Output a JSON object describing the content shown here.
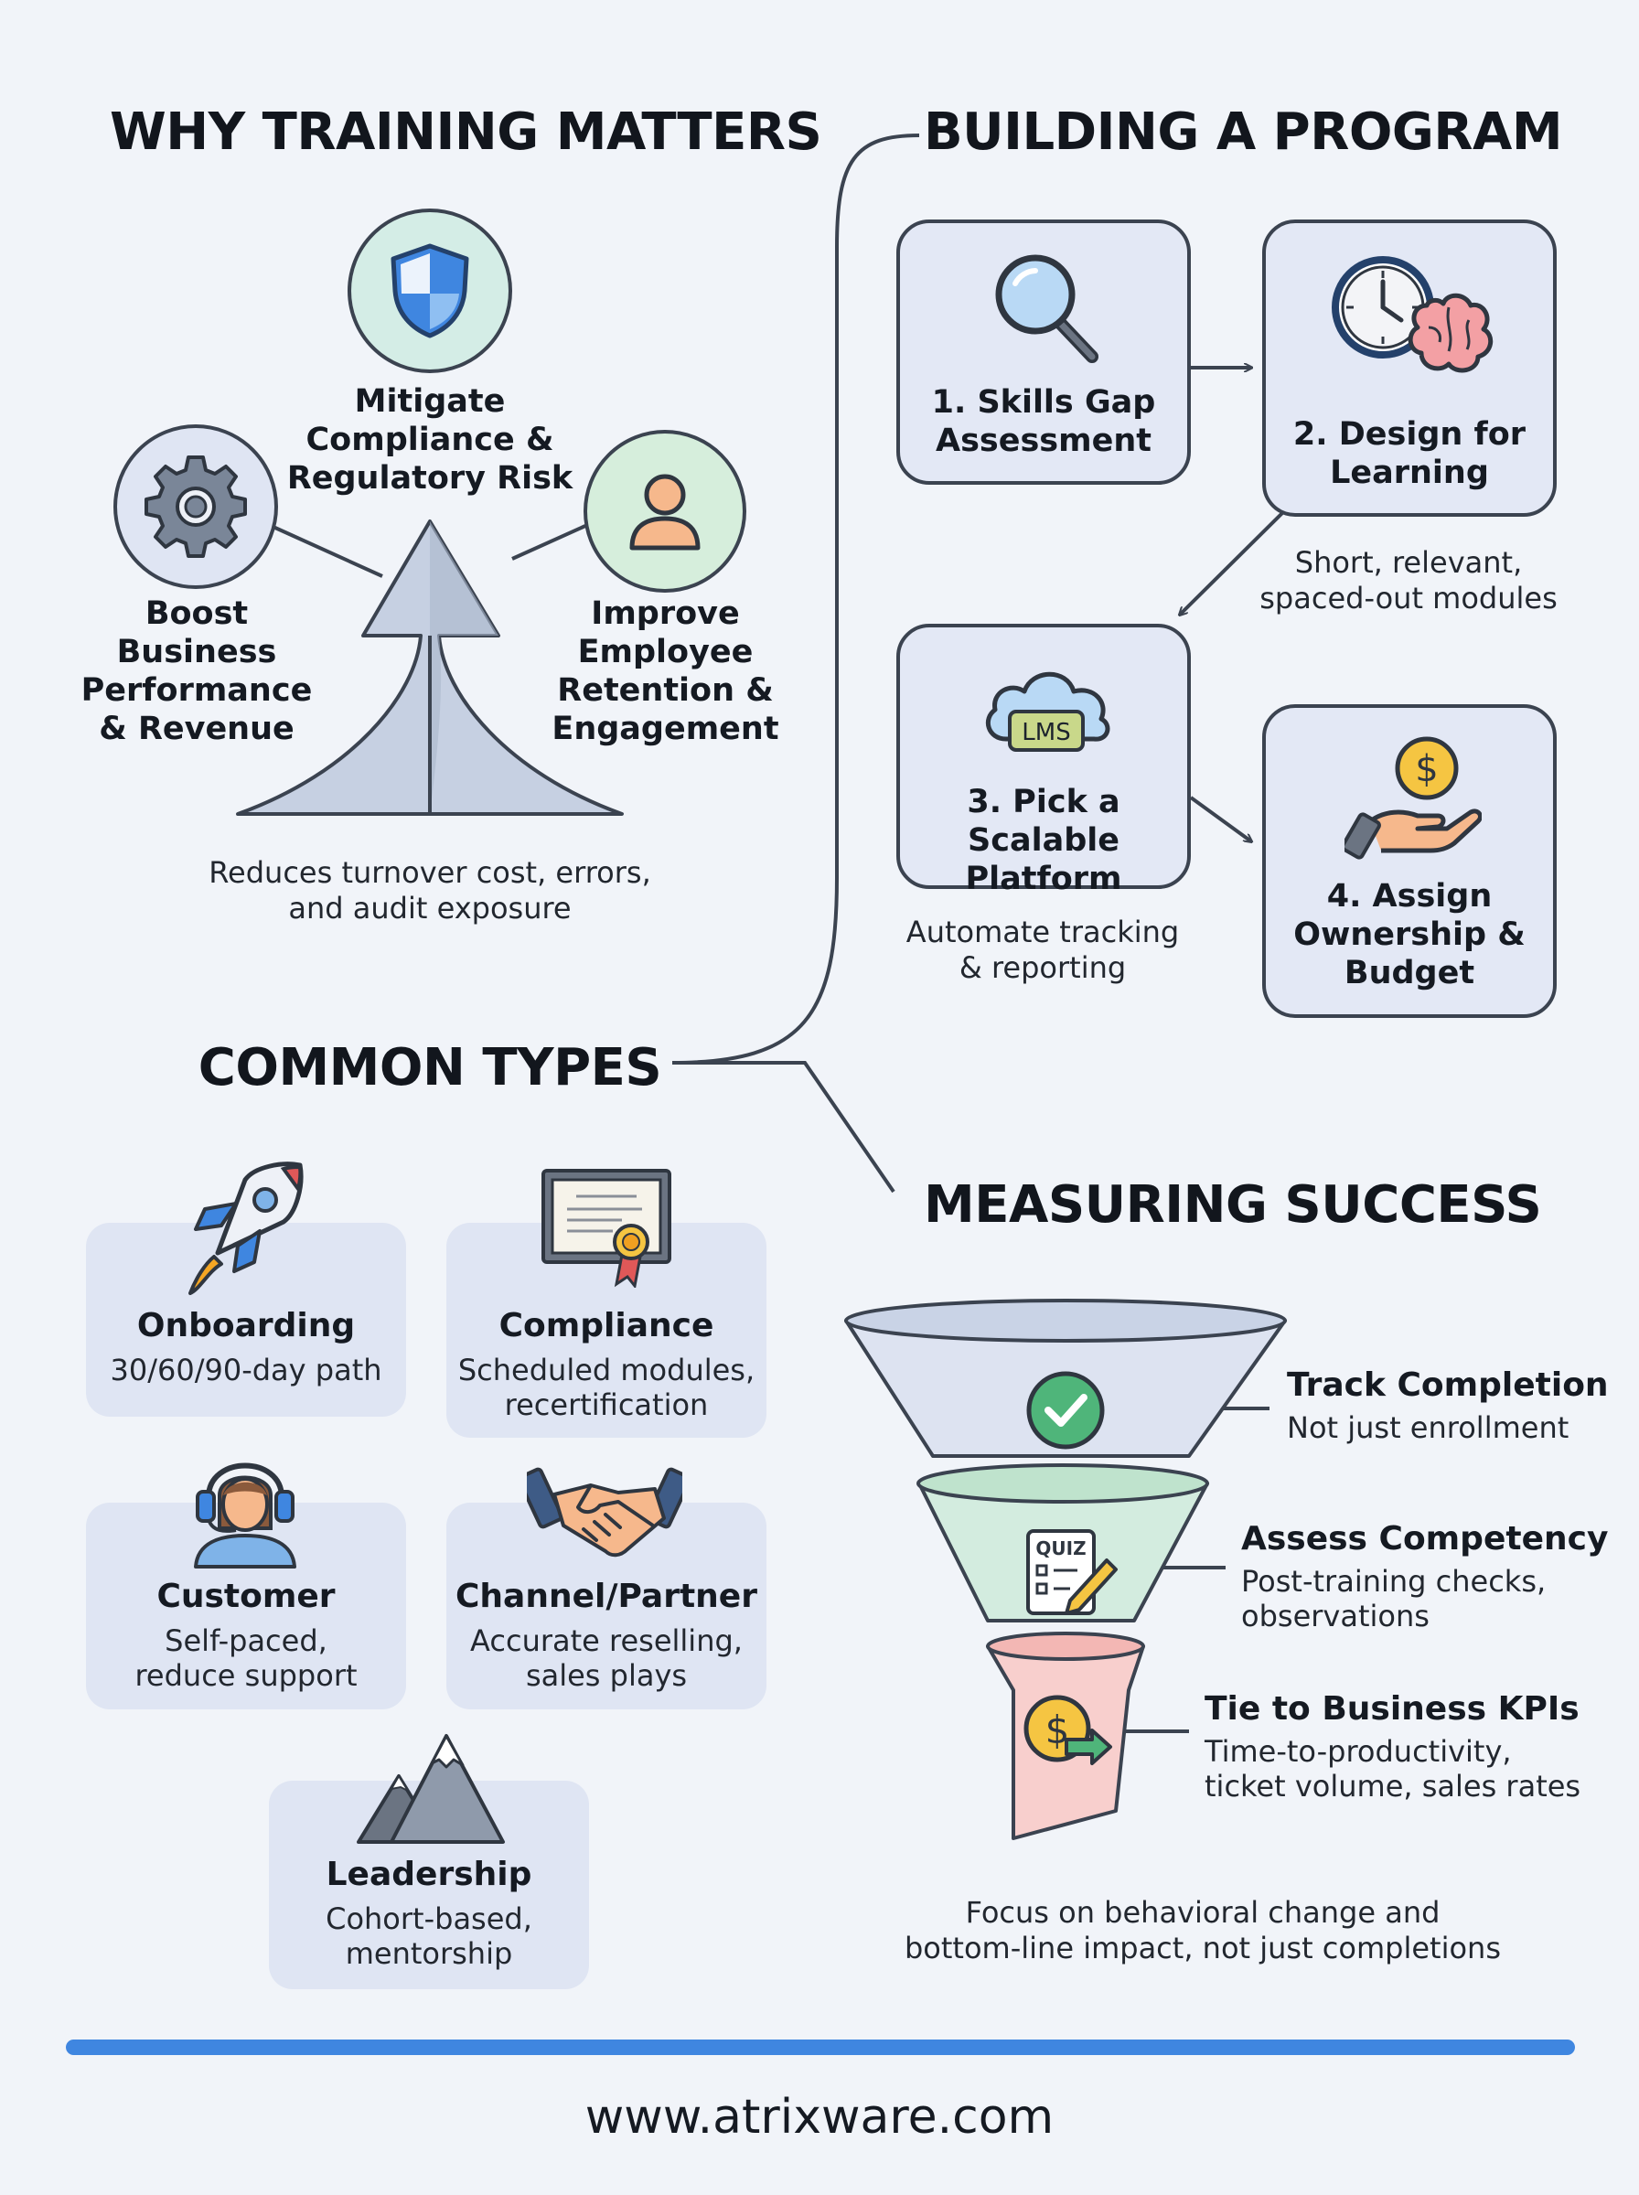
{
  "sections": {
    "why": {
      "title": "WHY TRAINING MATTERS",
      "pillars": [
        {
          "label": "Mitigate\nCompliance &\nRegulatory Risk",
          "icon": "shield-icon"
        },
        {
          "label": "Boost\nBusiness\nPerformance\n& Revenue",
          "icon": "gear-icon"
        },
        {
          "label": "Improve\nEmployee\nRetention &\nEngagement",
          "icon": "person-icon"
        }
      ],
      "note": "Reduces turnover cost, errors,\nand audit exposure"
    },
    "building": {
      "title": "BUILDING A PROGRAM",
      "steps": [
        {
          "label": "1. Skills Gap\nAssessment",
          "icon": "magnifier-icon"
        },
        {
          "label": "2. Design for\nLearning",
          "icon": "clock-brain-icon"
        },
        {
          "label": "3. Pick a\nScalable Platform",
          "icon": "lms-cloud-icon",
          "badge": "LMS"
        },
        {
          "label": "4. Assign\nOwnership &\nBudget",
          "icon": "dollar-hand-icon"
        }
      ],
      "notes": {
        "design": "Short, relevant,\nspaced-out modules",
        "platform": "Automate tracking\n& reporting"
      }
    },
    "types": {
      "title": "COMMON TYPES",
      "cards": [
        {
          "title": "Onboarding",
          "desc": "30/60/90-day path",
          "icon": "rocket-icon"
        },
        {
          "title": "Compliance",
          "desc": "Scheduled modules,\nrecertification",
          "icon": "certificate-icon"
        },
        {
          "title": "Customer",
          "desc": "Self-paced,\nreduce support",
          "icon": "headset-agent-icon"
        },
        {
          "title": "Channel/Partner",
          "desc": "Accurate reselling,\nsales plays",
          "icon": "handshake-icon"
        },
        {
          "title": "Leadership",
          "desc": "Cohort-based,\nmentorship",
          "icon": "mountain-icon"
        }
      ]
    },
    "measuring": {
      "title": "MEASURING SUCCESS",
      "stages": [
        {
          "title": "Track Completion",
          "desc": "Not just enrollment",
          "icon": "check-icon",
          "color": "#dde3f1"
        },
        {
          "title": "Assess Competency",
          "desc": "Post-training checks,\nobservations",
          "icon": "quiz-icon",
          "badge": "QUIZ",
          "color": "#d3ecdf"
        },
        {
          "title": "Tie to Business KPIs",
          "desc": "Time-to-productivity,\nticket volume, sales rates",
          "icon": "dollar-arrow-icon",
          "color": "#f8cfcd"
        }
      ],
      "note": "Focus on behavioral change and\nbottom-line impact, not just completions"
    }
  },
  "footer": {
    "url": "www.atrixware.com",
    "bar_color": "#3f86e0"
  },
  "symbols": {
    "dollar": "$"
  }
}
